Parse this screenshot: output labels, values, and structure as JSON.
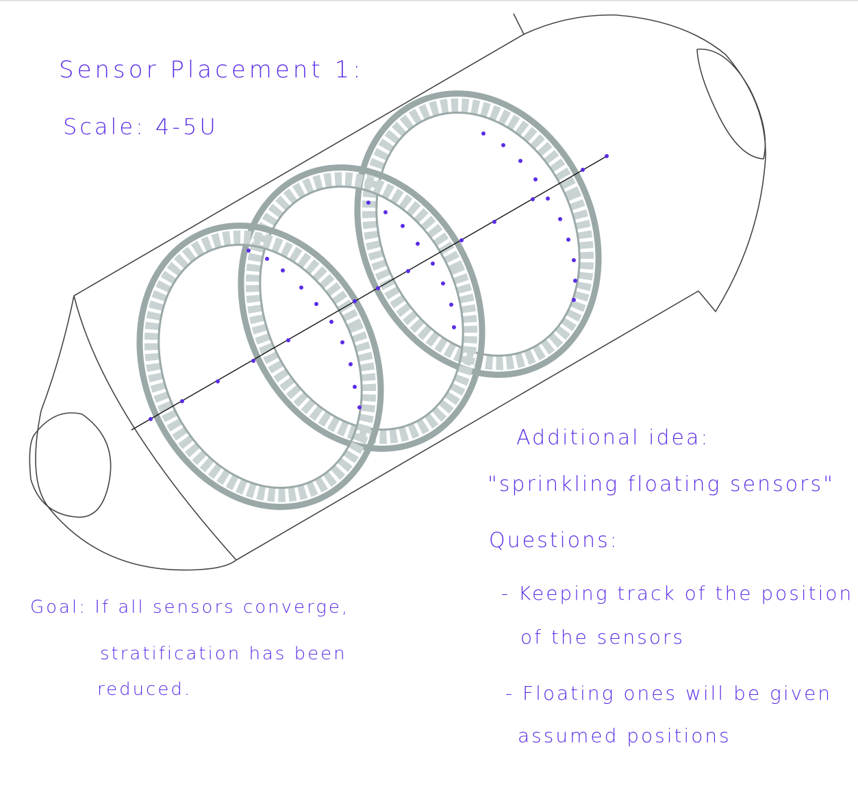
{
  "title": "Sensor Placement 1:",
  "scale": "Scale: 4-5U",
  "additional_idea": {
    "heading": "Additional idea:",
    "text": "\"sprinkling floating sensors\""
  },
  "questions": {
    "heading": "Questions:",
    "q1_line1": "- Keeping track of the position",
    "q1_line2": "of the sensors",
    "q2_line1": "- Floating ones will be given",
    "q2_line2": "assumed positions"
  },
  "goal": {
    "line1": "Goal: If all sensors converge,",
    "line2": "stratification has been",
    "line3": "reduced."
  },
  "colors": {
    "ink": "#5a2ce6",
    "ring": "#9aa8a8",
    "blade": "#c9d3d3",
    "outline": "#444444"
  }
}
